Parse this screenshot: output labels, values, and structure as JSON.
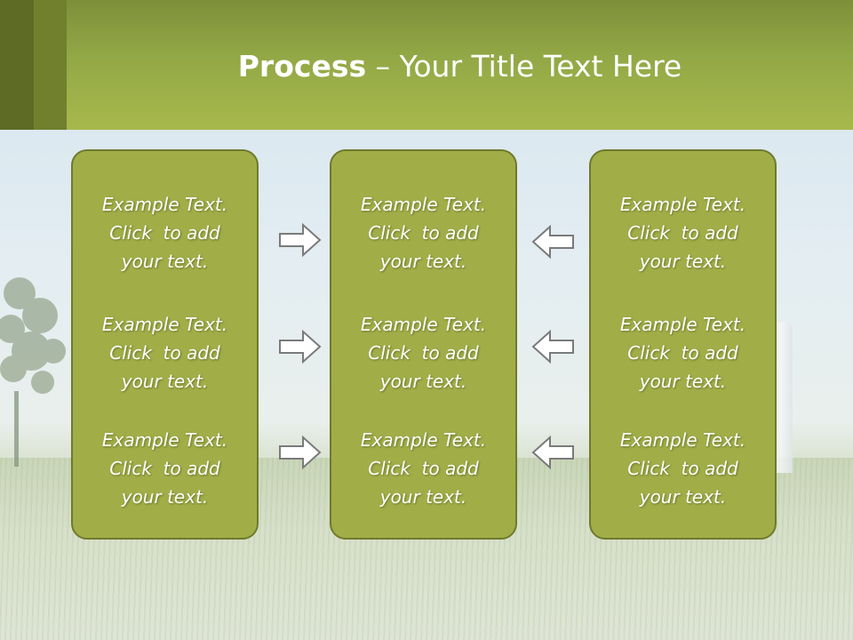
{
  "title": {
    "bold": "Process",
    "rest": " – Your Title Text Here"
  },
  "columns": [
    {
      "items": [
        {
          "l1": "Example Text.",
          "l2": "Click  to add",
          "l3": "your text."
        },
        {
          "l1": "Example Text.",
          "l2": "Click  to add",
          "l3": "your text."
        },
        {
          "l1": "Example Text.",
          "l2": "Click  to add",
          "l3": "your text."
        }
      ]
    },
    {
      "items": [
        {
          "l1": "Example Text.",
          "l2": "Click  to add",
          "l3": "your text."
        },
        {
          "l1": "Example Text.",
          "l2": "Click  to add",
          "l3": "your text."
        },
        {
          "l1": "Example Text.",
          "l2": "Click  to add",
          "l3": "your text."
        }
      ]
    },
    {
      "items": [
        {
          "l1": "Example Text.",
          "l2": "Click  to add",
          "l3": "your text."
        },
        {
          "l1": "Example Text.",
          "l2": "Click  to add",
          "l3": "your text."
        },
        {
          "l1": "Example Text.",
          "l2": "Click  to add",
          "l3": "your text."
        }
      ]
    }
  ],
  "arrows": {
    "left_group": "right-arrow-icon",
    "right_group": "left-arrow-icon"
  },
  "colors": {
    "header": "#a7b84c",
    "box_fill": "#a1ae48",
    "box_border": "#6f7a2c",
    "text": "#ffffff"
  }
}
